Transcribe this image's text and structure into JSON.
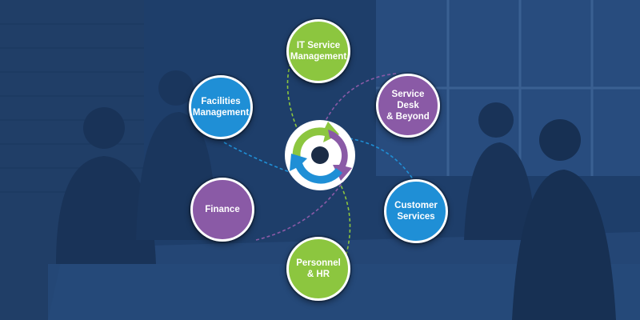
{
  "colors": {
    "green": "#8cc63f",
    "blue": "#1f8fd6",
    "purple": "#8a5aa6",
    "line_white": "#ffffff"
  },
  "nodes": [
    {
      "key": "it",
      "label": "IT Service\nManagement",
      "color": "#8cc63f"
    },
    {
      "key": "service",
      "label": "Service Desk\n& Beyond",
      "color": "#8a5aa6"
    },
    {
      "key": "customer",
      "label": "Customer\nServices",
      "color": "#1f8fd6"
    },
    {
      "key": "personnel",
      "label": "Personnel\n& HR",
      "color": "#8cc63f"
    },
    {
      "key": "finance",
      "label": "Finance",
      "color": "#8a5aa6"
    },
    {
      "key": "facilities",
      "label": "Facilities\nManagement",
      "color": "#1f8fd6"
    }
  ],
  "hub": {
    "icon": "cycle-arrows-icon"
  }
}
